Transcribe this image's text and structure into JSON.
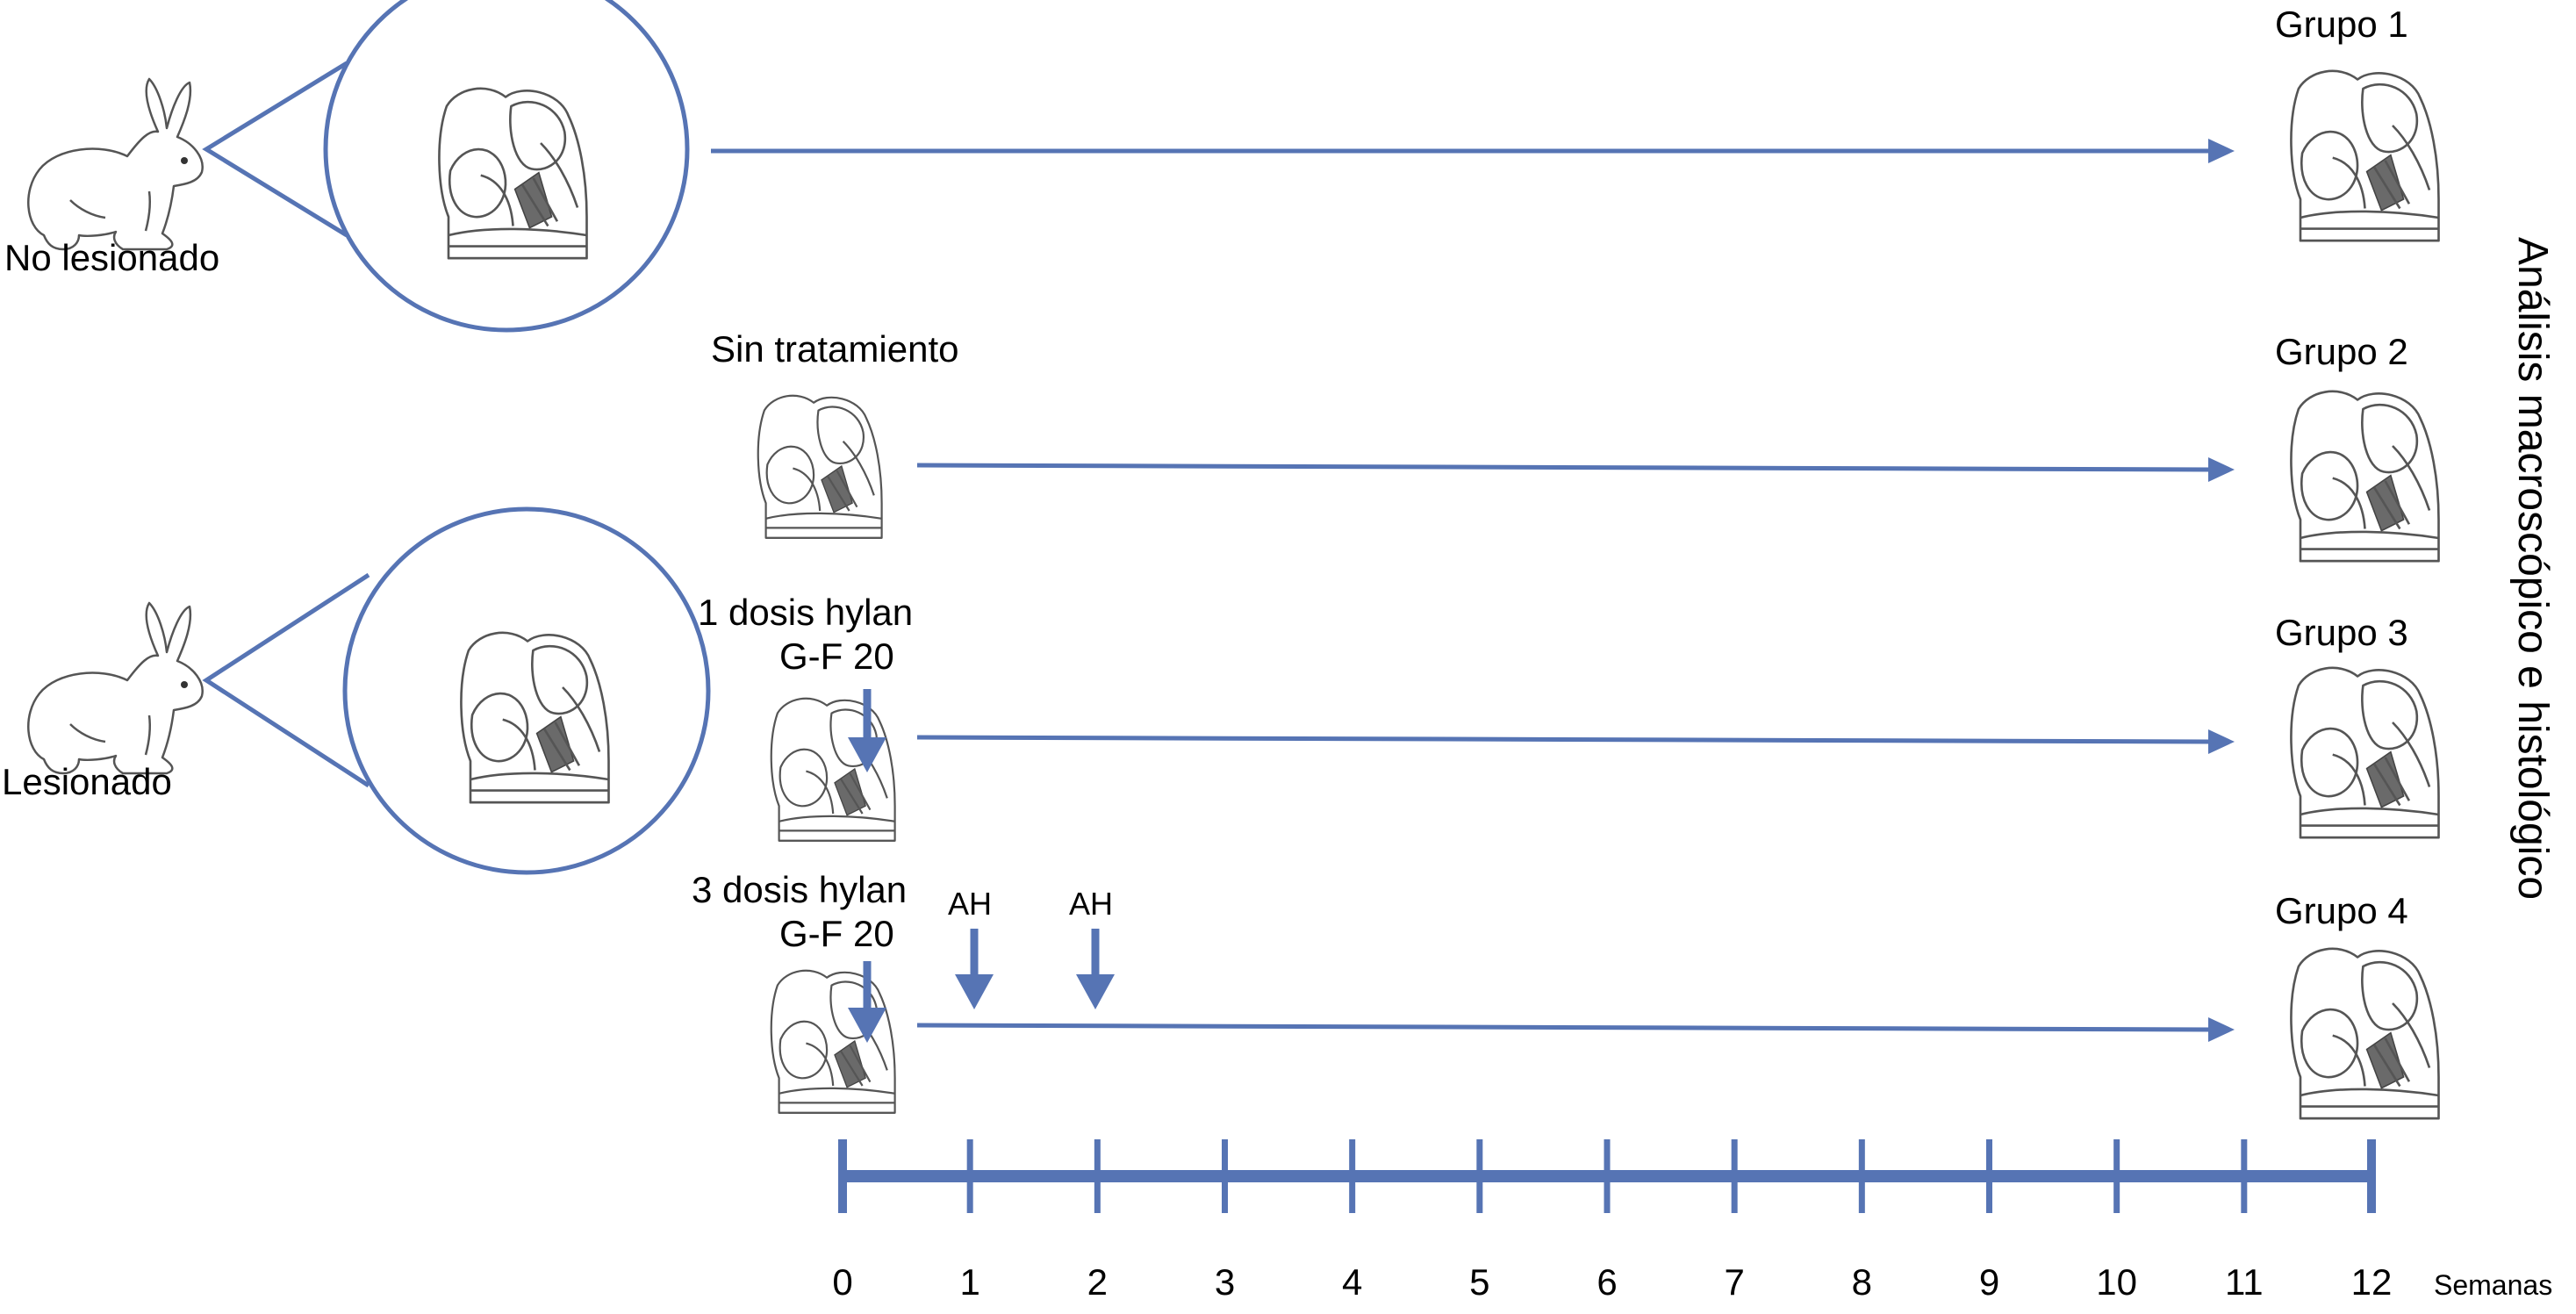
{
  "subjects": {
    "healthy_label": "No lesionado",
    "injured_label": "Lesionado"
  },
  "treatments": {
    "untreated": "Sin tratamiento",
    "one_dose_line1": "1 dosis hylan",
    "one_dose_line2": "G-F 20",
    "three_dose_line1": "3 dosis hylan",
    "three_dose_line2": "G-F 20",
    "ah_1": "AH",
    "ah_2": "AH"
  },
  "groups": [
    "Grupo 1",
    "Grupo 2",
    "Grupo 3",
    "Grupo 4"
  ],
  "analysis_label": "Análisis macroscópico e histológico",
  "timeline": {
    "ticks": [
      "0",
      "1",
      "2",
      "3",
      "4",
      "5",
      "6",
      "7",
      "8",
      "9",
      "10",
      "11",
      "12"
    ],
    "unit": "Semanas"
  },
  "colors": {
    "accent": "#5674b4"
  },
  "icons": [
    "rabbit-icon",
    "knee-joint-icon",
    "magnifier-circle-icon",
    "arrow-right-icon",
    "arrow-down-icon"
  ]
}
